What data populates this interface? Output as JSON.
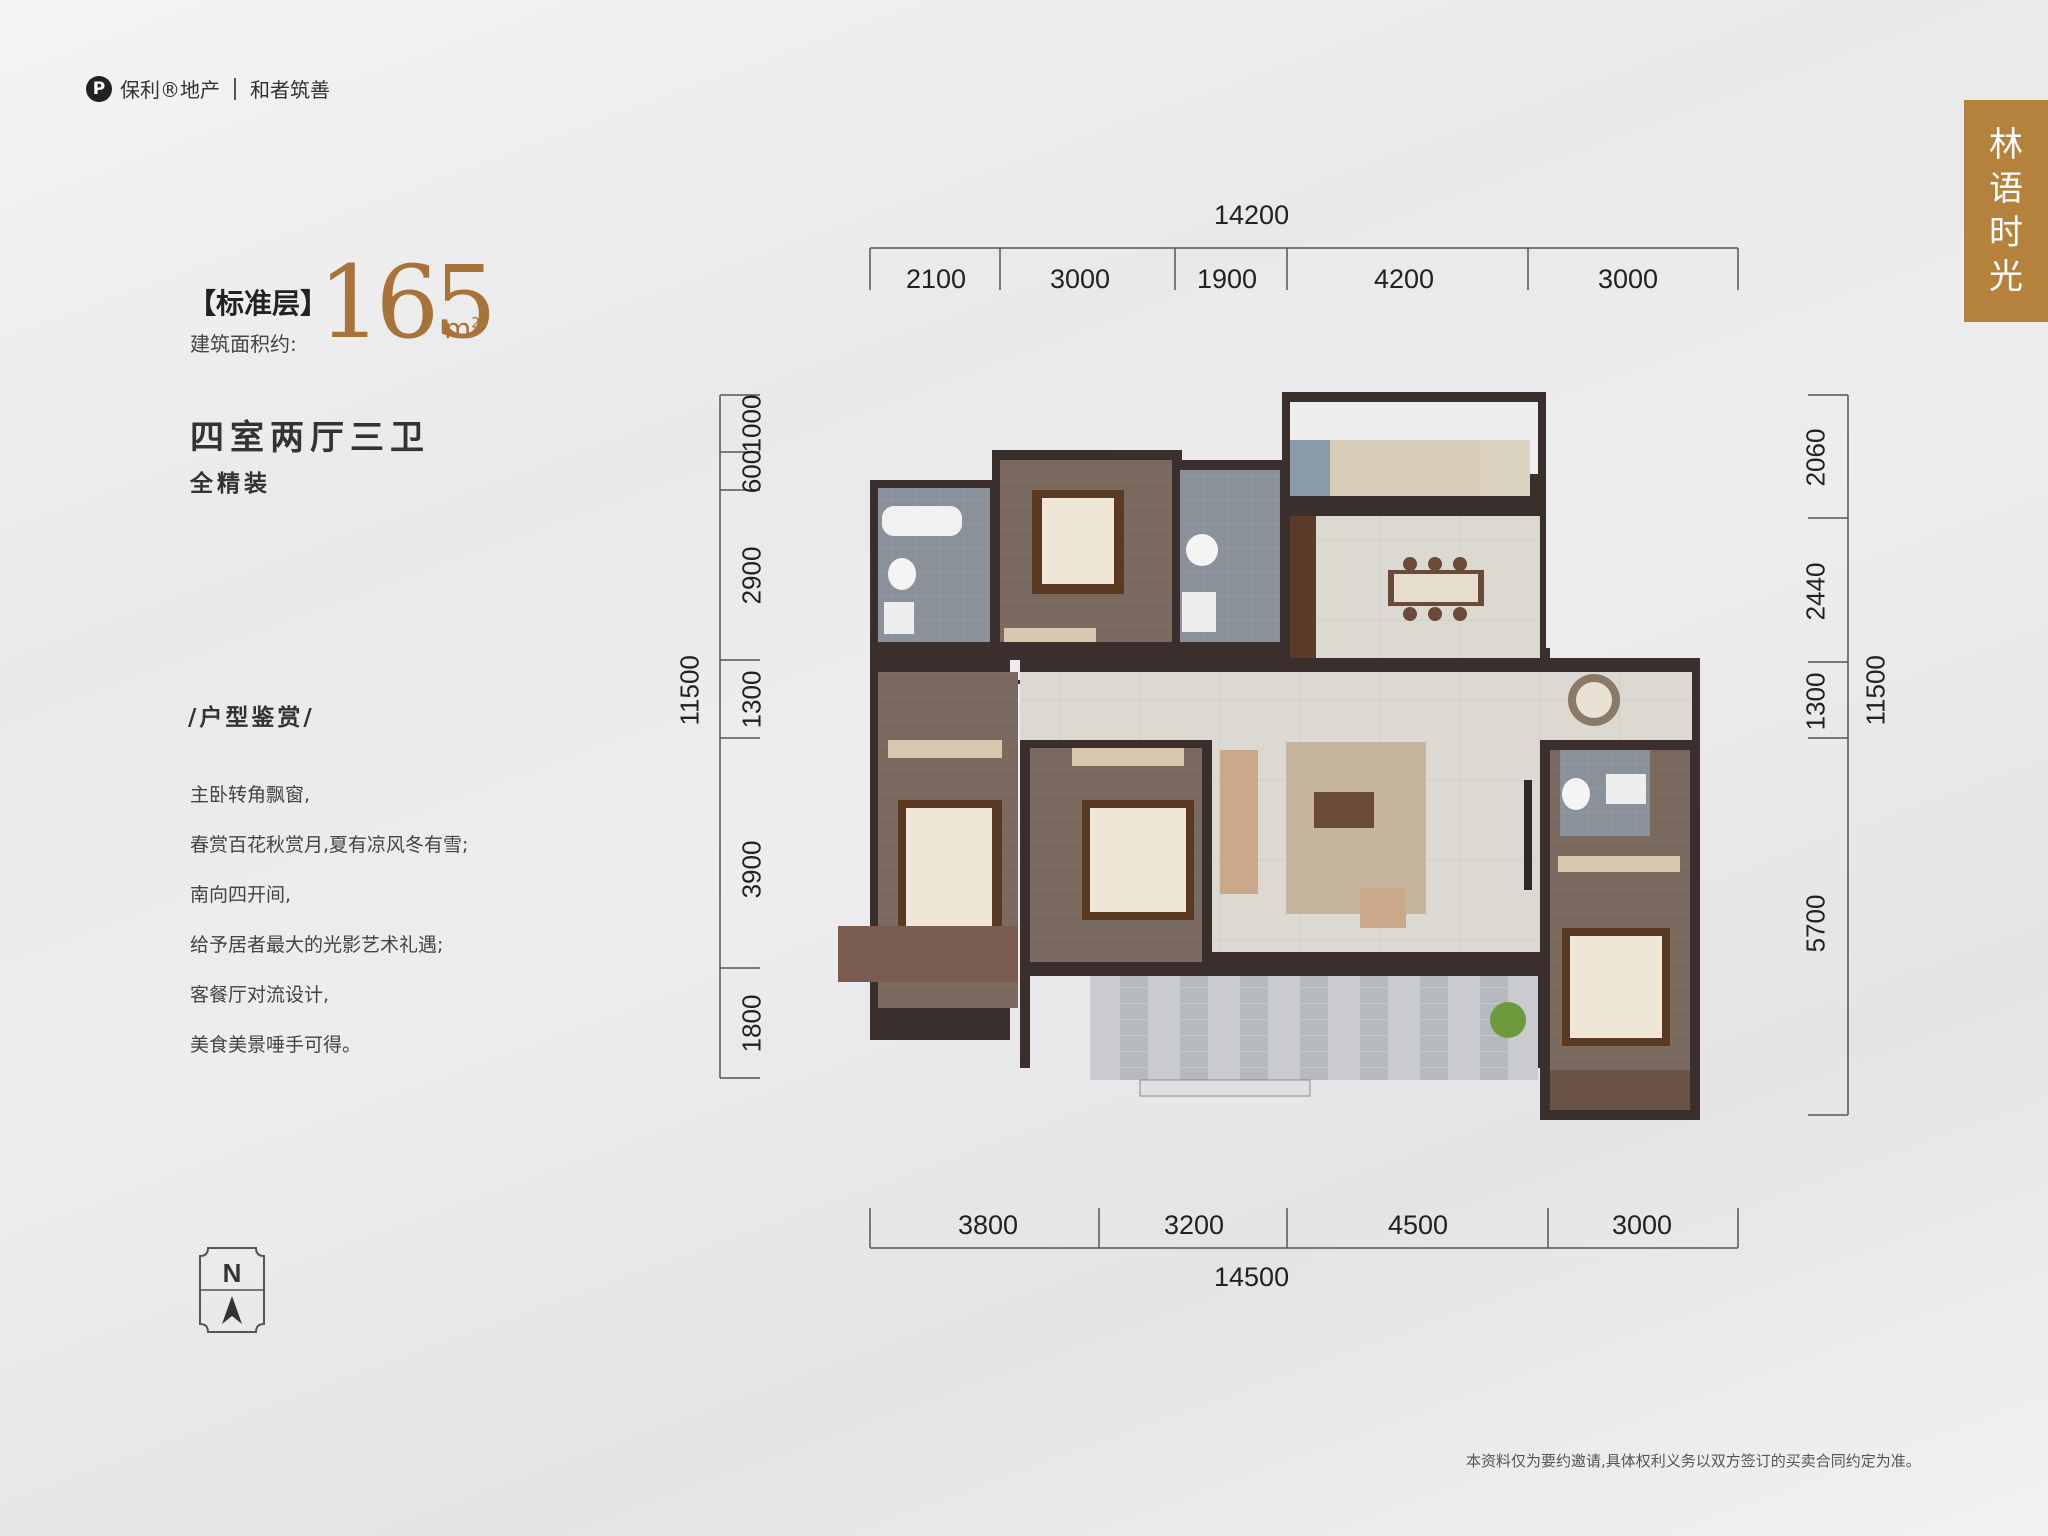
{
  "brand": {
    "logo_letter": "P",
    "company": "保利®地产",
    "slogan": "和者筑善"
  },
  "project_name": [
    "林",
    "语",
    "时",
    "光"
  ],
  "unit": {
    "floor_type": "【标准层】",
    "area_label": "建筑面积约:",
    "area_value": "165",
    "area_unit": "m",
    "area_unit_sup": "2",
    "layout": "四室两厅三卫",
    "finish": "全精装"
  },
  "appreciation": {
    "heading": "/户型鉴赏/",
    "lines": [
      "主卧转角飘窗,",
      "春赏百花秋赏月,夏有凉风冬有雪;",
      "南向四开间,",
      "给予居者最大的光影艺术礼遇;",
      "客餐厅对流设计,",
      "美食美景唾手可得。"
    ]
  },
  "compass_letter": "N",
  "disclaimer": "本资料仅为要约邀请,具体权利义务以双方签订的买卖合同约定为准。",
  "dimensions": {
    "top_total": "14200",
    "top": [
      "2100",
      "3000",
      "1900",
      "4200",
      "3000"
    ],
    "bottom_total": "14500",
    "bottom": [
      "3800",
      "3200",
      "4500",
      "3000"
    ],
    "left_total": "11500",
    "left": [
      "1000",
      "600",
      "2900",
      "1300",
      "3900",
      "1800"
    ],
    "right_total": "11500",
    "right": [
      "2060",
      "2440",
      "1300",
      "5700"
    ]
  },
  "colors": {
    "accent": "#b5823d",
    "wall": "#3a2f2c",
    "floor_wood": "#7a6a60",
    "tile": "#d9d5cf"
  }
}
